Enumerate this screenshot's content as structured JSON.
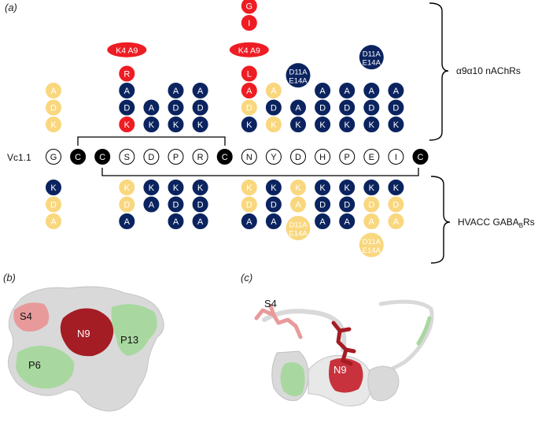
{
  "colors": {
    "navy": "#0b2460",
    "yellow": "#f9d77e",
    "red": "#ee1d23",
    "black": "#000000",
    "dark_red": "#a41c24",
    "pink": "#e89a9a",
    "green": "#a8d8a0",
    "gray": "#d9d9d9"
  },
  "panel_a": {
    "label": "(a)",
    "peptide_label": "Vc1.1",
    "sequence": [
      "G",
      "C",
      "C",
      "S",
      "D",
      "P",
      "R",
      "C",
      "N",
      "Y",
      "D",
      "H",
      "P",
      "E",
      "I",
      "C"
    ],
    "cysteine_positions": [
      1,
      2,
      7,
      15
    ],
    "top_group_label": "α9α10 nAChRs",
    "bottom_group_label": "HVACC GABA",
    "bottom_group_label_sub": "B",
    "bottom_group_label_suffix": "Rs",
    "top_mutants": [
      {
        "pos": 0,
        "level": 0,
        "text": "K",
        "color": "yellow"
      },
      {
        "pos": 0,
        "level": 1,
        "text": "D",
        "color": "yellow"
      },
      {
        "pos": 0,
        "level": 2,
        "text": "A",
        "color": "yellow"
      },
      {
        "pos": 3,
        "level": 0,
        "text": "K",
        "color": "red"
      },
      {
        "pos": 3,
        "level": 1,
        "text": "D",
        "color": "navy"
      },
      {
        "pos": 3,
        "level": 2,
        "text": "A",
        "color": "navy"
      },
      {
        "pos": 3,
        "level": 3,
        "text": "R",
        "color": "red"
      },
      {
        "pos": 4,
        "level": 0,
        "text": "K",
        "color": "navy"
      },
      {
        "pos": 4,
        "level": 1,
        "text": "A",
        "color": "navy"
      },
      {
        "pos": 5,
        "level": 0,
        "text": "K",
        "color": "navy"
      },
      {
        "pos": 5,
        "level": 1,
        "text": "D",
        "color": "navy"
      },
      {
        "pos": 5,
        "level": 2,
        "text": "A",
        "color": "navy"
      },
      {
        "pos": 6,
        "level": 0,
        "text": "K",
        "color": "navy"
      },
      {
        "pos": 6,
        "level": 1,
        "text": "D",
        "color": "navy"
      },
      {
        "pos": 6,
        "level": 2,
        "text": "A",
        "color": "navy"
      },
      {
        "pos": 8,
        "level": 0,
        "text": "K",
        "color": "navy"
      },
      {
        "pos": 8,
        "level": 1,
        "text": "D",
        "color": "yellow"
      },
      {
        "pos": 8,
        "level": 2,
        "text": "A",
        "color": "red"
      },
      {
        "pos": 8,
        "level": 3,
        "text": "L",
        "color": "red"
      },
      {
        "pos": 8,
        "level": 6,
        "text": "I",
        "color": "red"
      },
      {
        "pos": 8,
        "level": 7,
        "text": "G",
        "color": "red"
      },
      {
        "pos": 9,
        "level": 0,
        "text": "K",
        "color": "yellow"
      },
      {
        "pos": 9,
        "level": 1,
        "text": "D",
        "color": "navy"
      },
      {
        "pos": 9,
        "level": 2,
        "text": "A",
        "color": "yellow"
      },
      {
        "pos": 10,
        "level": 0,
        "text": "K",
        "color": "navy"
      },
      {
        "pos": 10,
        "level": 1,
        "text": "A",
        "color": "navy"
      },
      {
        "pos": 11,
        "level": 0,
        "text": "K",
        "color": "navy"
      },
      {
        "pos": 11,
        "level": 1,
        "text": "D",
        "color": "navy"
      },
      {
        "pos": 11,
        "level": 2,
        "text": "A",
        "color": "navy"
      },
      {
        "pos": 12,
        "level": 0,
        "text": "K",
        "color": "navy"
      },
      {
        "pos": 12,
        "level": 1,
        "text": "D",
        "color": "navy"
      },
      {
        "pos": 12,
        "level": 2,
        "text": "A",
        "color": "navy"
      },
      {
        "pos": 13,
        "level": 0,
        "text": "K",
        "color": "navy"
      },
      {
        "pos": 13,
        "level": 1,
        "text": "D",
        "color": "navy"
      },
      {
        "pos": 13,
        "level": 2,
        "text": "A",
        "color": "navy"
      },
      {
        "pos": 14,
        "level": 0,
        "text": "K",
        "color": "navy"
      },
      {
        "pos": 14,
        "level": 1,
        "text": "D",
        "color": "navy"
      },
      {
        "pos": 14,
        "level": 2,
        "text": "A",
        "color": "navy"
      }
    ],
    "top_ellipses": [
      {
        "pos": 3,
        "text": "K4 A9"
      },
      {
        "pos": 8,
        "text": "K4 A9"
      }
    ],
    "top_double": [
      {
        "pos": 10,
        "line1": "D11A",
        "line2": "E14A",
        "color": "navy"
      },
      {
        "pos": 13,
        "line1": "D11A",
        "line2": "E14A",
        "color": "navy"
      }
    ],
    "bottom_mutants": [
      {
        "pos": 0,
        "level": 0,
        "text": "K",
        "color": "navy"
      },
      {
        "pos": 0,
        "level": 1,
        "text": "D",
        "color": "yellow"
      },
      {
        "pos": 0,
        "level": 2,
        "text": "A",
        "color": "yellow"
      },
      {
        "pos": 3,
        "level": 0,
        "text": "K",
        "color": "yellow"
      },
      {
        "pos": 3,
        "level": 1,
        "text": "D",
        "color": "yellow"
      },
      {
        "pos": 3,
        "level": 2,
        "text": "A",
        "color": "navy"
      },
      {
        "pos": 4,
        "level": 0,
        "text": "K",
        "color": "navy"
      },
      {
        "pos": 4,
        "level": 1,
        "text": "A",
        "color": "navy"
      },
      {
        "pos": 5,
        "level": 0,
        "text": "K",
        "color": "navy"
      },
      {
        "pos": 5,
        "level": 1,
        "text": "D",
        "color": "navy"
      },
      {
        "pos": 5,
        "level": 2,
        "text": "A",
        "color": "navy"
      },
      {
        "pos": 6,
        "level": 0,
        "text": "K",
        "color": "navy"
      },
      {
        "pos": 6,
        "level": 1,
        "text": "D",
        "color": "navy"
      },
      {
        "pos": 6,
        "level": 2,
        "text": "A",
        "color": "navy"
      },
      {
        "pos": 8,
        "level": 0,
        "text": "K",
        "color": "yellow"
      },
      {
        "pos": 8,
        "level": 1,
        "text": "D",
        "color": "yellow"
      },
      {
        "pos": 8,
        "level": 2,
        "text": "A",
        "color": "navy"
      },
      {
        "pos": 9,
        "level": 0,
        "text": "K",
        "color": "navy"
      },
      {
        "pos": 9,
        "level": 1,
        "text": "D",
        "color": "navy"
      },
      {
        "pos": 9,
        "level": 2,
        "text": "A",
        "color": "navy"
      },
      {
        "pos": 10,
        "level": 0,
        "text": "K",
        "color": "yellow"
      },
      {
        "pos": 10,
        "level": 1,
        "text": "A",
        "color": "yellow"
      },
      {
        "pos": 11,
        "level": 0,
        "text": "K",
        "color": "navy"
      },
      {
        "pos": 11,
        "level": 1,
        "text": "D",
        "color": "navy"
      },
      {
        "pos": 11,
        "level": 2,
        "text": "A",
        "color": "navy"
      },
      {
        "pos": 12,
        "level": 0,
        "text": "K",
        "color": "navy"
      },
      {
        "pos": 12,
        "level": 1,
        "text": "D",
        "color": "navy"
      },
      {
        "pos": 12,
        "level": 2,
        "text": "A",
        "color": "navy"
      },
      {
        "pos": 13,
        "level": 0,
        "text": "K",
        "color": "navy"
      },
      {
        "pos": 13,
        "level": 1,
        "text": "D",
        "color": "yellow"
      },
      {
        "pos": 13,
        "level": 2,
        "text": "A",
        "color": "yellow"
      },
      {
        "pos": 14,
        "level": 0,
        "text": "K",
        "color": "navy"
      },
      {
        "pos": 14,
        "level": 1,
        "text": "D",
        "color": "yellow"
      },
      {
        "pos": 14,
        "level": 2,
        "text": "A",
        "color": "yellow"
      }
    ],
    "bottom_double": [
      {
        "pos": 10,
        "level": 3,
        "line1": "D11A",
        "line2": "E14A",
        "color": "yellow"
      },
      {
        "pos": 13,
        "level": 4,
        "line1": "D11A",
        "line2": "E14A",
        "color": "yellow"
      }
    ]
  },
  "panel_b": {
    "label": "(b)",
    "residue_labels": [
      "S4",
      "N9",
      "P13",
      "P6"
    ]
  },
  "panel_c": {
    "label": "(c)",
    "residue_labels": [
      "S4",
      "N9"
    ]
  }
}
